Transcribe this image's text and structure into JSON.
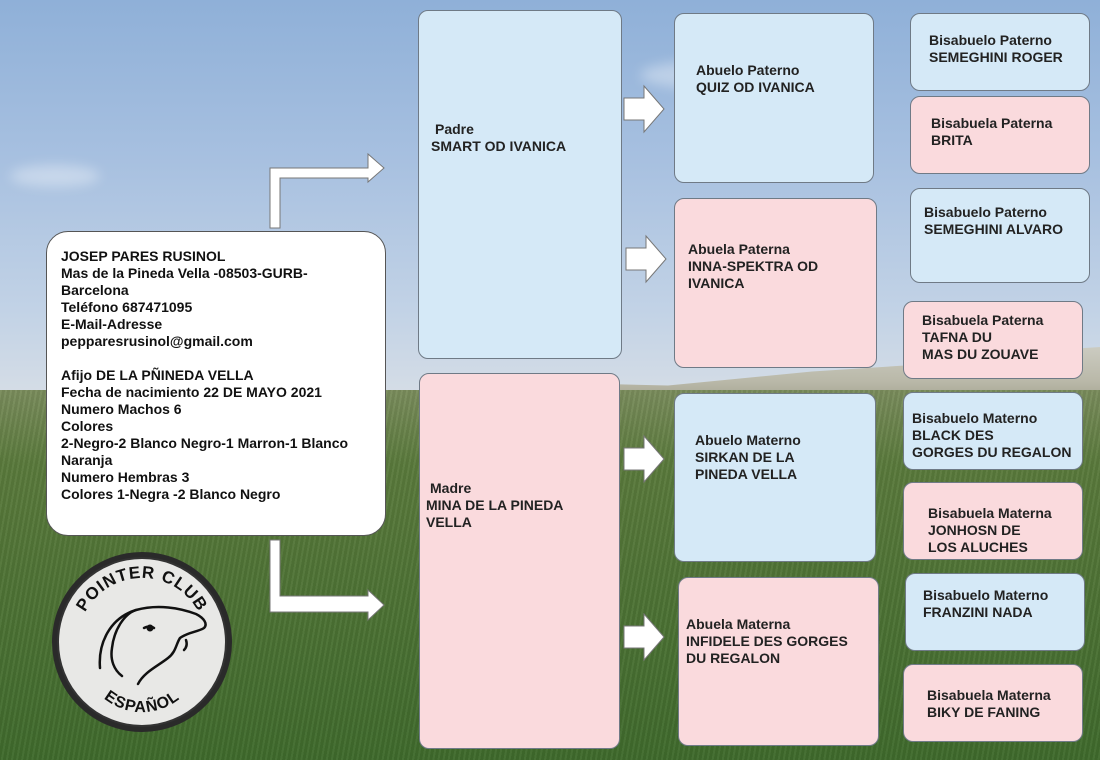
{
  "owner": {
    "name": "JOSEP PARES RUSINOL",
    "address": "Mas de la Pineda Vella -08503-GURB-\nBarcelona",
    "phone": "Teléfono  687471095",
    "email_label": "E-Mail-Adresse",
    "email": "pepparesrusinol@gmail.com"
  },
  "litter": {
    "affix": "Afijo DE LA PÑINEDA VELLA",
    "birth_date": "Fecha de nacimiento 22 DE MAYO 2021",
    "males": "Numero Machos 6",
    "colors_label": "Colores",
    "male_colors": "2-Negro-2 Blanco Negro-1 Marron-1 Blanco\nNaranja",
    "females": "Numero Hembras 3",
    "female_colors": "Colores  1-Negra -2 Blanco Negro"
  },
  "pedigree": {
    "father": {
      "label": "Padre",
      "name": "SMART OD IVANICA"
    },
    "mother": {
      "label": "Madre",
      "name": "MINA DE LA PINEDA\nVELLA"
    },
    "paternal_grandfather": {
      "label": "Abuelo Paterno",
      "name": "QUIZ OD IVANICA"
    },
    "paternal_grandmother": {
      "label": "Abuela Paterna",
      "name": "INNA-SPEKTRA OD\nIVANICA"
    },
    "maternal_grandfather": {
      "label": "Abuelo Materno",
      "name": "SIRKAN DE LA\nPINEDA VELLA"
    },
    "maternal_grandmother": {
      "label": "Abuela Materna",
      "name": "INFIDELE DES GORGES\nDU REGALON"
    },
    "ggf_pp1": {
      "label": "Bisabuelo Paterno",
      "name": "SEMEGHINI ROGER"
    },
    "ggm_pp1": {
      "label": "Bisabuela Paterna",
      "name": "BRITA"
    },
    "ggf_pp2": {
      "label": "Bisabuelo Paterno",
      "name": "SEMEGHINI ALVARO"
    },
    "ggm_pp2": {
      "label": "Bisabuela Paterna",
      "name": "     TAFNA DU\nMAS DU ZOUAVE"
    },
    "ggf_mm1": {
      "label": "Bisabuelo Materno",
      "name": "BLACK DES\nGORGES DU REGALON"
    },
    "ggm_mm1": {
      "label": "Bisabuela Materna",
      "name": "JONHOSN DE\nLOS ALUCHES"
    },
    "ggf_mm2": {
      "label": "Bisabuelo Materno",
      "name": "FRANZINI NADA"
    },
    "ggm_mm2": {
      "label": "Bisabuela Materna",
      "name": "BIKY DE FANING"
    }
  },
  "logo": {
    "top_text": "POINTER CLUB",
    "bottom_text": "ESPAÑOL"
  },
  "colors": {
    "male_box": "#d5e9f7",
    "female_box": "#fadadd",
    "arrow": "#ffffff"
  }
}
